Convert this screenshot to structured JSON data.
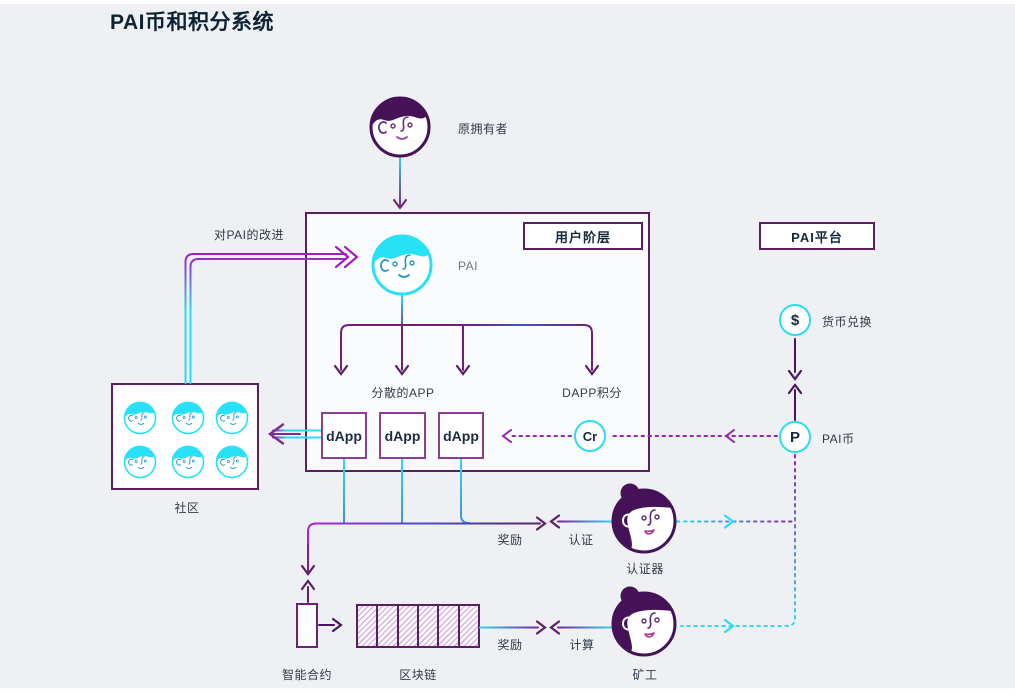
{
  "header": {
    "title": "PAI币和积分系统"
  },
  "actors": {
    "owner": "原拥有者",
    "community": "社区",
    "authenticator": "认证器",
    "miner": "矿工"
  },
  "boxes": {
    "user_tier": "用户阶层",
    "pai_platform": "PAI平台",
    "smart_contract": "智能合约",
    "blockchain": "区块链"
  },
  "nodes": {
    "pai": "PAI",
    "credit_symbol": "Cr",
    "coin_symbol": "P",
    "dollar_symbol": "$",
    "currency_exchange": "货币兑换",
    "pai_coin": "PAI币",
    "decentralized_apps": "分散的APP",
    "dapp_points": "DAPP积分"
  },
  "dapps": [
    {
      "label": "dApp"
    },
    {
      "label": "dApp"
    },
    {
      "label": "dApp"
    }
  ],
  "flows": {
    "improvement_to_pai": "对PAI的改进",
    "reward_to_authenticator": "奖励",
    "authentication": "认证",
    "reward_to_miner": "奖励",
    "computation": "计算"
  },
  "colors": {
    "purple": "#5c2064",
    "magenta": "#a21fbd",
    "cyan": "#2bdcf2",
    "navy": "#15293e",
    "hair_purple": "#451258",
    "hair_cyan": "#29e1f6",
    "background": "#eef0f3"
  }
}
